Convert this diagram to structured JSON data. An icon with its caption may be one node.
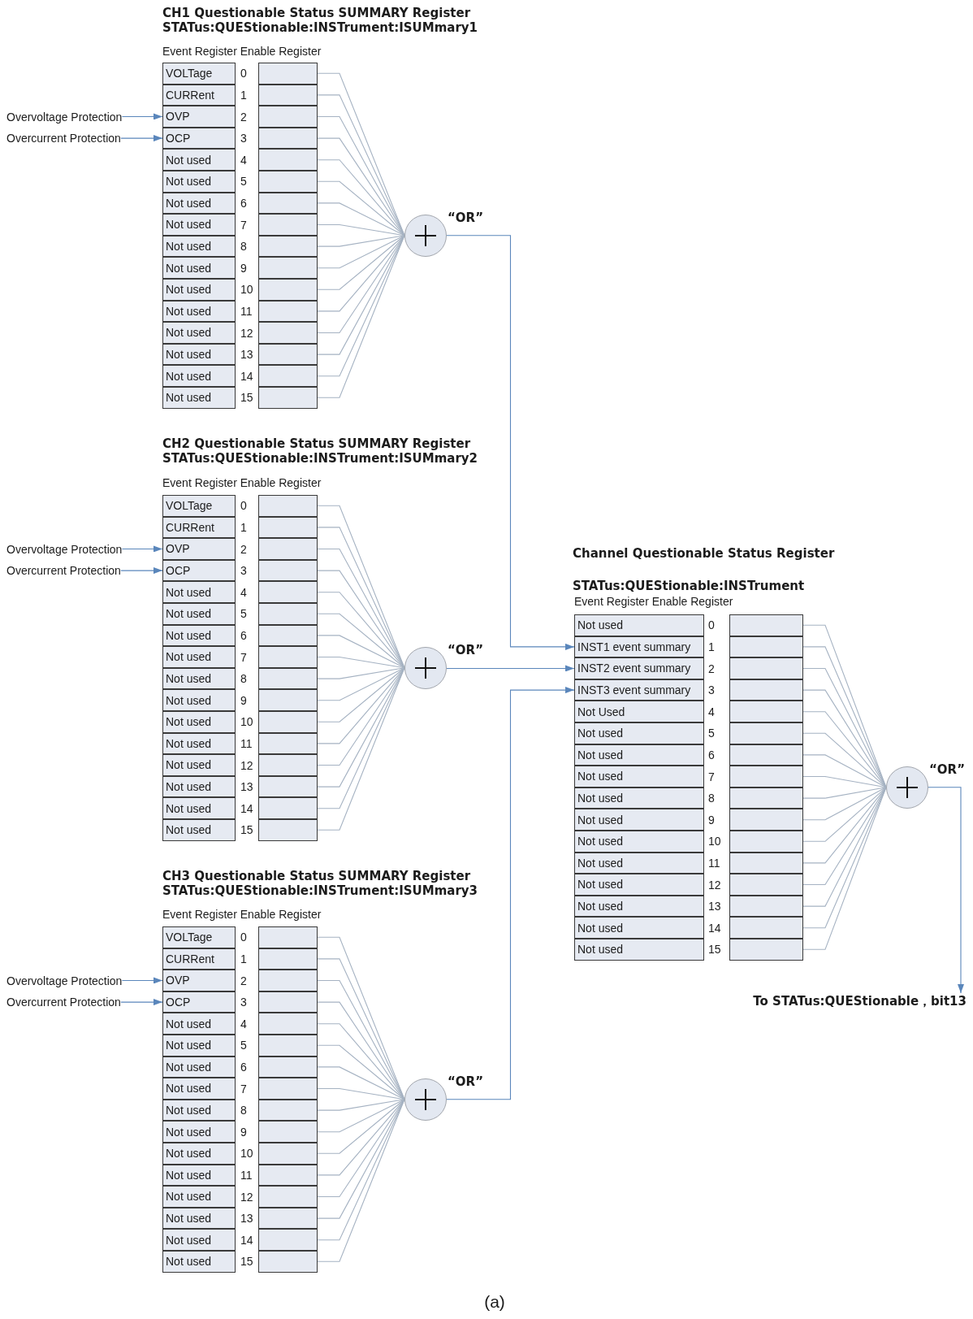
{
  "diagram": {
    "caption": "(a)",
    "nodes": [
      {
        "text": [
          "Overvoltage Protection"
        ]
      },
      {
        "text": [
          "Overcurrent Protection"
        ]
      },
      {
        "text": [
          "VOLTage"
        ]
      },
      {
        "text": [],
        "shape": "box"
      },
      {
        "text": [
          "CURRent"
        ]
      },
      {
        "text": [],
        "shape": "box"
      },
      {
        "text": [
          "OVP"
        ]
      },
      {
        "text": [],
        "shape": "box"
      },
      {
        "text": [
          "OCP"
        ]
      },
      {
        "text": [],
        "shape": "box"
      },
      {
        "text": [
          "Not used"
        ]
      },
      {
        "text": [],
        "shape": "box"
      },
      {
        "text": [
          "Not used"
        ]
      },
      {
        "text": [],
        "shape": "box"
      },
      {
        "text": [
          "Not used"
        ]
      },
      {
        "text": [],
        "shape": "box"
      },
      {
        "text": [
          "Not used"
        ]
      },
      {
        "text": [],
        "shape": "box"
      },
      {
        "text": [
          "Not used"
        ]
      },
      {
        "text": [],
        "shape": "box"
      },
      {
        "text": [
          "Not used"
        ]
      },
      {
        "text": [],
        "shape": "box"
      },
      {
        "text": [
          "Not used"
        ]
      },
      {
        "text": [],
        "shape": "box"
      },
      {
        "text": [
          "Not used"
        ]
      },
      {
        "text": [],
        "shape": "box"
      },
      {
        "text": [
          "Not used"
        ]
      },
      {
        "text": [],
        "shape": "box"
      },
      {
        "text": [
          "Not used"
        ]
      },
      {
        "text": [],
        "shape": "box"
      },
      {
        "text": [
          "Not used"
        ]
      },
      {
        "text": [],
        "shape": "box"
      },
      {
        "text": [
          "Not used"
        ]
      },
      {
        "text": [],
        "shape": "box"
      },
      {
        "text": [],
        "shape": "circle",
        "beside": [
          "“OR”"
        ]
      },
      {
        "text": [
          "Overvoltage Protection"
        ]
      },
      {
        "text": [
          "Overcurrent Protection"
        ]
      },
      {
        "text": [
          "VOLTage"
        ]
      },
      {
        "text": [],
        "shape": "box"
      },
      {
        "text": [
          "CURRent"
        ]
      },
      {
        "text": [],
        "shape": "box"
      },
      {
        "text": [
          "OVP"
        ]
      },
      {
        "text": [],
        "shape": "box"
      },
      {
        "text": [
          "OCP"
        ]
      },
      {
        "text": [],
        "shape": "box"
      },
      {
        "text": [
          "Not used"
        ]
      },
      {
        "text": [],
        "shape": "box"
      },
      {
        "text": [
          "Not used"
        ]
      },
      {
        "text": [],
        "shape": "box"
      },
      {
        "text": [
          "Not used"
        ]
      },
      {
        "text": [],
        "shape": "box"
      },
      {
        "text": [
          "Not used"
        ]
      },
      {
        "text": [],
        "shape": "box"
      },
      {
        "text": [
          "Not used"
        ]
      },
      {
        "text": [],
        "shape": "box"
      },
      {
        "text": [
          "Not used"
        ]
      },
      {
        "text": [],
        "shape": "box"
      },
      {
        "text": [
          "Not used"
        ]
      },
      {
        "text": [],
        "shape": "box"
      },
      {
        "text": [
          "Not used"
        ]
      },
      {
        "text": [],
        "shape": "box"
      },
      {
        "text": [
          "Not used"
        ]
      },
      {
        "text": [],
        "shape": "box"
      },
      {
        "text": [
          "Not used"
        ]
      },
      {
        "text": [],
        "shape": "box"
      },
      {
        "text": [
          "Not used"
        ]
      },
      {
        "text": [],
        "shape": "box"
      },
      {
        "text": [
          "Not used"
        ]
      },
      {
        "text": [],
        "shape": "box"
      },
      {
        "text": [],
        "shape": "circle",
        "beside": [
          "“OR”"
        ]
      },
      {
        "text": [
          "Overvoltage Protection"
        ]
      },
      {
        "text": [
          "Overcurrent Protection"
        ]
      },
      {
        "text": [
          "VOLTage"
        ]
      },
      {
        "text": [],
        "shape": "box"
      },
      {
        "text": [
          "CURRent"
        ]
      },
      {
        "text": [],
        "shape": "box"
      },
      {
        "text": [
          "OVP"
        ]
      },
      {
        "text": [],
        "shape": "box"
      },
      {
        "text": [
          "OCP"
        ]
      },
      {
        "text": [],
        "shape": "box"
      },
      {
        "text": [
          "Not used"
        ]
      },
      {
        "text": [],
        "shape": "box"
      },
      {
        "text": [
          "Not used"
        ]
      },
      {
        "text": [],
        "shape": "box"
      },
      {
        "text": [
          "Not used"
        ]
      },
      {
        "text": [],
        "shape": "box"
      },
      {
        "text": [
          "Not used"
        ]
      },
      {
        "text": [],
        "shape": "box"
      },
      {
        "text": [
          "Not used"
        ]
      },
      {
        "text": [],
        "shape": "box"
      },
      {
        "text": [
          "Not used"
        ]
      },
      {
        "text": [],
        "shape": "box"
      },
      {
        "text": [
          "Not used"
        ]
      },
      {
        "text": [],
        "shape": "box"
      },
      {
        "text": [
          "Not used"
        ]
      },
      {
        "text": [],
        "shape": "box"
      },
      {
        "text": [
          "Not used"
        ]
      },
      {
        "text": [],
        "shape": "box"
      },
      {
        "text": [
          "Not used"
        ]
      },
      {
        "text": [],
        "shape": "box"
      },
      {
        "text": [
          "Not used"
        ]
      },
      {
        "text": [],
        "shape": "box"
      },
      {
        "text": [
          "Not used"
        ]
      },
      {
        "text": [],
        "shape": "box"
      },
      {
        "text": [],
        "shape": "circle",
        "beside": [
          "“OR”"
        ]
      },
      {
        "text": [
          "Not used"
        ]
      },
      {
        "text": [],
        "shape": "box"
      },
      {
        "text": [
          "INST1 event summary"
        ]
      },
      {
        "text": [],
        "shape": "box"
      },
      {
        "text": [
          "INST2 event summary"
        ]
      },
      {
        "text": [],
        "shape": "box"
      },
      {
        "text": [
          "INST3 event summary"
        ]
      },
      {
        "text": [],
        "shape": "box"
      },
      {
        "text": [
          "Not Used"
        ]
      },
      {
        "text": [],
        "shape": "box"
      },
      {
        "text": [
          "Not used"
        ]
      },
      {
        "text": [],
        "shape": "box"
      },
      {
        "text": [
          "Not used"
        ]
      },
      {
        "text": [],
        "shape": "box"
      },
      {
        "text": [
          "Not used"
        ]
      },
      {
        "text": [],
        "shape": "box"
      },
      {
        "text": [
          "Not used"
        ]
      },
      {
        "text": [],
        "shape": "box"
      },
      {
        "text": [
          "Not used"
        ]
      },
      {
        "text": [],
        "shape": "box"
      },
      {
        "text": [
          "Not used"
        ]
      },
      {
        "text": [],
        "shape": "box"
      },
      {
        "text": [
          "Not used"
        ]
      },
      {
        "text": [],
        "shape": "box"
      },
      {
        "text": [
          "Not used"
        ]
      },
      {
        "text": [],
        "shape": "box"
      },
      {
        "text": [
          "Not used"
        ]
      },
      {
        "text": [],
        "shape": "box"
      },
      {
        "text": [
          "Not used"
        ]
      },
      {
        "text": [],
        "shape": "box"
      },
      {
        "text": [
          "Not used"
        ]
      },
      {
        "text": [],
        "shape": "box"
      },
      {
        "text": [],
        "shape": "circle",
        "beside": [
          "“OR”"
        ]
      },
      {
        "text": [
          "To STATus:QUEStionable，bit13"
        ]
      }
    ],
    "edges": [
      {
        "from": 0,
        "to": 6,
        "arrow": "to",
        "color": "#5a86bb"
      },
      {
        "from": 1,
        "to": 8,
        "arrow": "to",
        "color": "#5a86bb"
      },
      {
        "from": 3,
        "to": 34,
        "arrow": "none"
      },
      {
        "from": 5,
        "to": 34,
        "arrow": "none"
      },
      {
        "from": 7,
        "to": 34,
        "arrow": "none"
      },
      {
        "from": 9,
        "to": 34,
        "arrow": "none"
      },
      {
        "from": 11,
        "to": 34,
        "arrow": "none"
      },
      {
        "from": 13,
        "to": 34,
        "arrow": "none"
      },
      {
        "from": 15,
        "to": 34,
        "arrow": "none"
      },
      {
        "from": 17,
        "to": 34,
        "arrow": "none"
      },
      {
        "from": 19,
        "to": 34,
        "arrow": "none"
      },
      {
        "from": 21,
        "to": 34,
        "arrow": "none"
      },
      {
        "from": 23,
        "to": 34,
        "arrow": "none"
      },
      {
        "from": 25,
        "to": 34,
        "arrow": "none"
      },
      {
        "from": 27,
        "to": 34,
        "arrow": "none"
      },
      {
        "from": 29,
        "to": 34,
        "arrow": "none"
      },
      {
        "from": 31,
        "to": 34,
        "arrow": "none"
      },
      {
        "from": 33,
        "to": 34,
        "arrow": "none"
      },
      {
        "from": 34,
        "to": 107,
        "arrow": "to",
        "color": "#5a86bb"
      },
      {
        "from": 35,
        "to": 41,
        "arrow": "to",
        "color": "#5a86bb"
      },
      {
        "from": 36,
        "to": 43,
        "arrow": "to",
        "color": "#5a86bb"
      },
      {
        "from": 38,
        "to": 69,
        "arrow": "none"
      },
      {
        "from": 40,
        "to": 69,
        "arrow": "none"
      },
      {
        "from": 42,
        "to": 69,
        "arrow": "none"
      },
      {
        "from": 44,
        "to": 69,
        "arrow": "none"
      },
      {
        "from": 46,
        "to": 69,
        "arrow": "none"
      },
      {
        "from": 48,
        "to": 69,
        "arrow": "none"
      },
      {
        "from": 50,
        "to": 69,
        "arrow": "none"
      },
      {
        "from": 52,
        "to": 69,
        "arrow": "none"
      },
      {
        "from": 54,
        "to": 69,
        "arrow": "none"
      },
      {
        "from": 56,
        "to": 69,
        "arrow": "none"
      },
      {
        "from": 58,
        "to": 69,
        "arrow": "none"
      },
      {
        "from": 60,
        "to": 69,
        "arrow": "none"
      },
      {
        "from": 62,
        "to": 69,
        "arrow": "none"
      },
      {
        "from": 64,
        "to": 69,
        "arrow": "none"
      },
      {
        "from": 66,
        "to": 69,
        "arrow": "none"
      },
      {
        "from": 68,
        "to": 69,
        "arrow": "none"
      },
      {
        "from": 69,
        "to": 109,
        "arrow": "to",
        "color": "#5a86bb"
      },
      {
        "from": 70,
        "to": 76,
        "arrow": "to",
        "color": "#5a86bb"
      },
      {
        "from": 71,
        "to": 78,
        "arrow": "to",
        "color": "#5a86bb"
      },
      {
        "from": 73,
        "to": 104,
        "arrow": "none"
      },
      {
        "from": 75,
        "to": 104,
        "arrow": "none"
      },
      {
        "from": 77,
        "to": 104,
        "arrow": "none"
      },
      {
        "from": 79,
        "to": 104,
        "arrow": "none"
      },
      {
        "from": 81,
        "to": 104,
        "arrow": "none"
      },
      {
        "from": 83,
        "to": 104,
        "arrow": "none"
      },
      {
        "from": 85,
        "to": 104,
        "arrow": "none"
      },
      {
        "from": 87,
        "to": 104,
        "arrow": "none"
      },
      {
        "from": 89,
        "to": 104,
        "arrow": "none"
      },
      {
        "from": 91,
        "to": 104,
        "arrow": "none"
      },
      {
        "from": 93,
        "to": 104,
        "arrow": "none"
      },
      {
        "from": 95,
        "to": 104,
        "arrow": "none"
      },
      {
        "from": 97,
        "to": 104,
        "arrow": "none"
      },
      {
        "from": 99,
        "to": 104,
        "arrow": "none"
      },
      {
        "from": 101,
        "to": 104,
        "arrow": "none"
      },
      {
        "from": 103,
        "to": 104,
        "arrow": "none"
      },
      {
        "from": 104,
        "to": 111,
        "arrow": "to",
        "color": "#5a86bb"
      },
      {
        "from": 106,
        "to": 137,
        "arrow": "none"
      },
      {
        "from": 108,
        "to": 137,
        "arrow": "none"
      },
      {
        "from": 110,
        "to": 137,
        "arrow": "none"
      },
      {
        "from": 112,
        "to": 137,
        "arrow": "none"
      },
      {
        "from": 114,
        "to": 137,
        "arrow": "none"
      },
      {
        "from": 116,
        "to": 137,
        "arrow": "none"
      },
      {
        "from": 118,
        "to": 137,
        "arrow": "none"
      },
      {
        "from": 120,
        "to": 137,
        "arrow": "none"
      },
      {
        "from": 122,
        "to": 137,
        "arrow": "none"
      },
      {
        "from": 124,
        "to": 137,
        "arrow": "none"
      },
      {
        "from": 126,
        "to": 137,
        "arrow": "none"
      },
      {
        "from": 128,
        "to": 137,
        "arrow": "none"
      },
      {
        "from": 130,
        "to": 137,
        "arrow": "none"
      },
      {
        "from": 132,
        "to": 137,
        "arrow": "none"
      },
      {
        "from": 134,
        "to": 137,
        "arrow": "none"
      },
      {
        "from": 136,
        "to": 137,
        "arrow": "none"
      },
      {
        "from": 137,
        "to": 138,
        "arrow": "to",
        "color": "#5a86bb"
      }
    ],
    "labels": [
      "CH1 Questionable Status SUMMARY Register",
      "STATus:QUEStionable:INSTrument:ISUMmary1",
      "Event Register Enable Register",
      "0",
      "1",
      "2",
      "3",
      "4",
      "5",
      "6",
      "7",
      "8",
      "9",
      "10",
      "11",
      "12",
      "13",
      "14",
      "15",
      "CH2 Questionable Status SUMMARY Register",
      "STATus:QUEStionable:INSTrument:ISUMmary2",
      "Event Register Enable Register",
      "0",
      "1",
      "2",
      "3",
      "4",
      "5",
      "6",
      "7",
      "8",
      "9",
      "10",
      "11",
      "12",
      "13",
      "14",
      "15",
      "CH3 Questionable Status SUMMARY Register",
      "STATus:QUEStionable:INSTrument:ISUMmary3",
      "Event Register Enable Register",
      "0",
      "1",
      "2",
      "3",
      "4",
      "5",
      "6",
      "7",
      "8",
      "9",
      "10",
      "11",
      "12",
      "13",
      "14",
      "15",
      "Channel Questionable Status Register",
      "STATus:QUEStionable:INSTrument",
      "Event Register Enable Register",
      "0",
      "1",
      "2",
      "3",
      "4",
      "5",
      "6",
      "7",
      "8",
      "9",
      "10",
      "11",
      "12",
      "13",
      "14",
      "15"
    ]
  }
}
